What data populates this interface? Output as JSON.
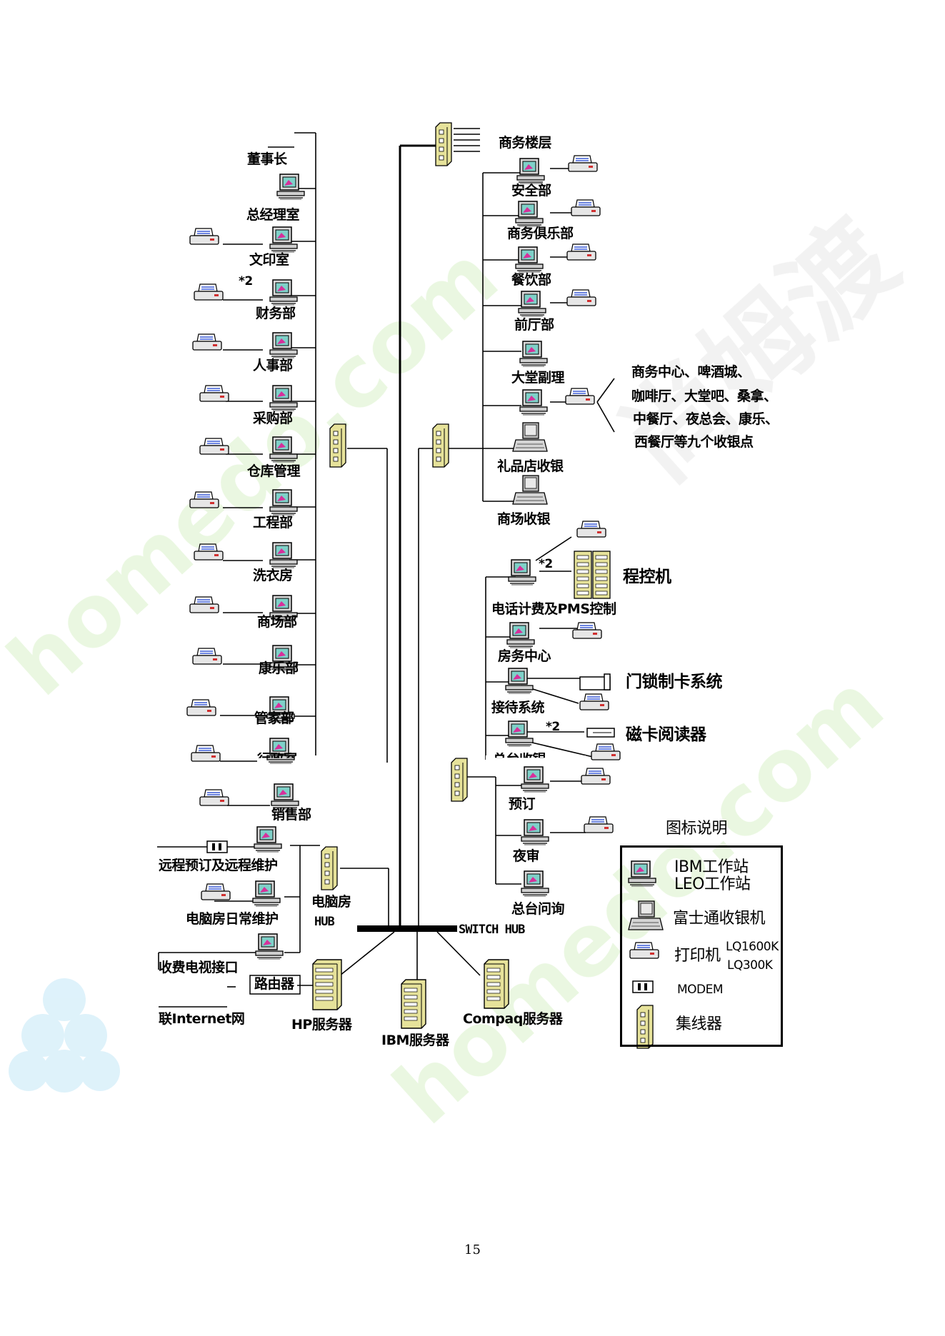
{
  "labels": {
    "shangwu_louceng": "商务楼层",
    "dongshizhang": "董事长",
    "zongjingli": "总经理室",
    "wenyinshi": "文印室",
    "caiwubu": "财务部",
    "renshibu": "人事部",
    "caigoubu": "采购部",
    "cangku": "仓库管理",
    "gongchengbu": "工程部",
    "xiyifang": "洗衣房",
    "shangchangbu": "商场部",
    "kanglebu": "康乐部",
    "guanjiabu": "管家部",
    "xingzheng": "行政室",
    "xiaoshoubu": "销售部",
    "anquanbu": "安全部",
    "julebu": "商务俱乐部",
    "canyinbu": "餐饮部",
    "qiantingbu": "前厅部",
    "datang": "大堂副理",
    "shouyin_note": [
      "商务中心、啤酒城、",
      "咖啡厅、大堂吧、桑拿、",
      "中餐厅、夜总会、康乐、",
      "西餐厅等九个收银点"
    ],
    "lipin": "礼品店收银",
    "shangchang_shouyin": "商场收银",
    "dianhua": "电话计费及PMS控制",
    "chengkongji": "程控机",
    "fangwu": "房务中心",
    "mensuo": "门锁制卡系统",
    "jiedai": "接待系统",
    "cika": "磁卡阅读器",
    "zongtai_shouyin": "总台收银",
    "yuding": "预订",
    "yeshen": "夜审",
    "zongtai_wenxun": "总台问询",
    "yuancheng": "远程预订及远程维护",
    "diannaofang": "电脑房",
    "hub": "HUB",
    "weihu": "电脑房日常维护",
    "dianshi": "收费电视接口",
    "luyouqi": "路由器",
    "internet": "联Internet网",
    "hp": "HP服务器",
    "ibm": "IBM服务器",
    "compaq": "Compaq服务器",
    "switch": "SWITCH HUB",
    "star2": "*2"
  },
  "legend": {
    "title": "图标说明",
    "ws_line1": "IBM工作站",
    "ws_line2": "LEO工作站",
    "pos": "富士通收银机",
    "printer": "打印机",
    "printer_m1": "LQ1600K",
    "printer_m2": "LQ300K",
    "modem": "MODEM",
    "hub": "集线器"
  },
  "watermark": {
    "text_left": "homedo.com",
    "text_right": "homedo.com",
    "text_cn": "尚姆渡"
  },
  "page_number": "15",
  "colors": {
    "hub_fill": "#e6e29a",
    "screen": "#7fd0c8",
    "line": "#000000",
    "watermark": "#e9f7dd"
  }
}
